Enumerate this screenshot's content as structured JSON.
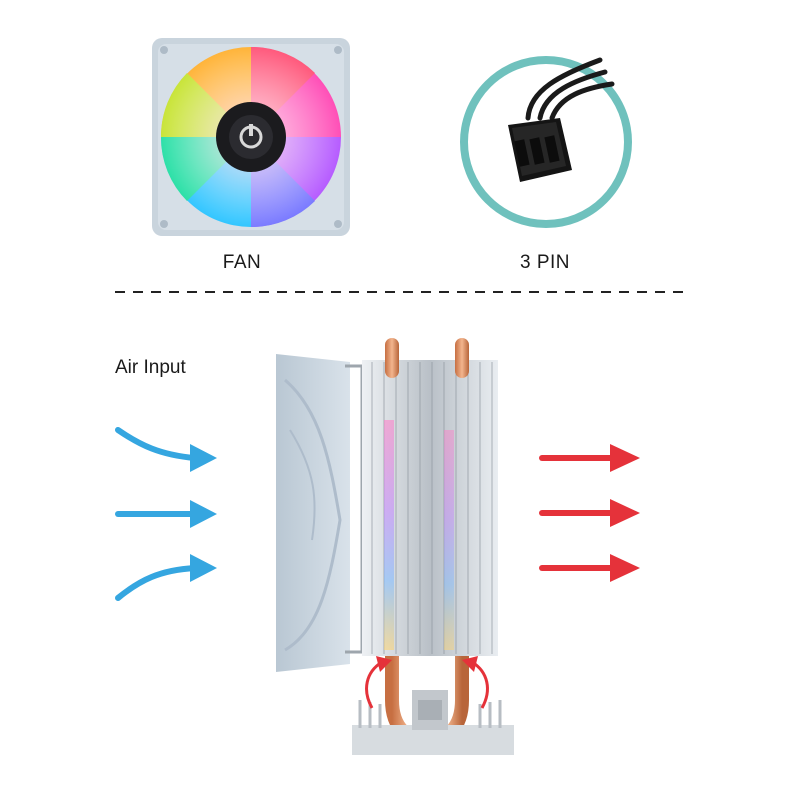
{
  "top": {
    "fan_label": "FAN",
    "connector_label": "3 PIN"
  },
  "bottom": {
    "air_input_label": "Air Input"
  },
  "colors": {
    "cool_air": "#35a6e0",
    "hot_air": "#e5323a",
    "fan_frame": "#c9d4dd",
    "connector_ring": "#6fc1bd",
    "copper": "#d98a5c"
  },
  "icons": {
    "cool_arrow": "arrow-right-icon",
    "hot_arrow": "arrow-right-icon",
    "heat_up_arrow": "curved-arrow-up-icon"
  }
}
